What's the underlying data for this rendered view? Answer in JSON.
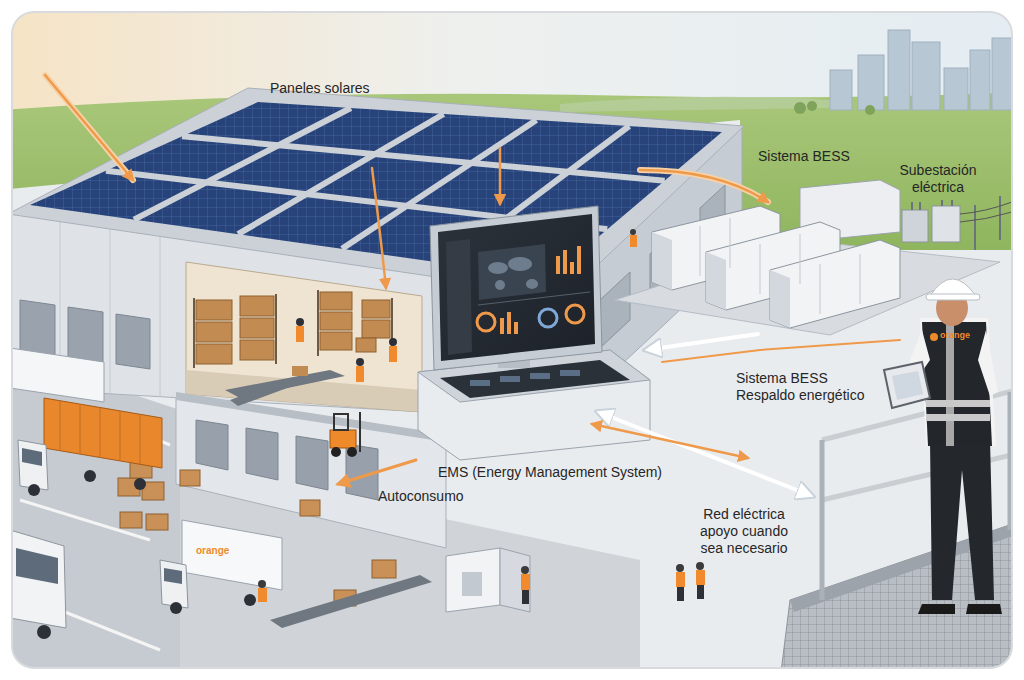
{
  "diagram": {
    "labels": [
      "Paneles solares",
      "Sistema BESS",
      "Subestación eléctrica",
      "orange",
      "Sistema BESS Respaldo energético",
      "EMS (Energy Management System)",
      "Autoconsumo",
      "Red eléctrica apoyo cuando sea necesario",
      "orange"
    ]
  }
}
